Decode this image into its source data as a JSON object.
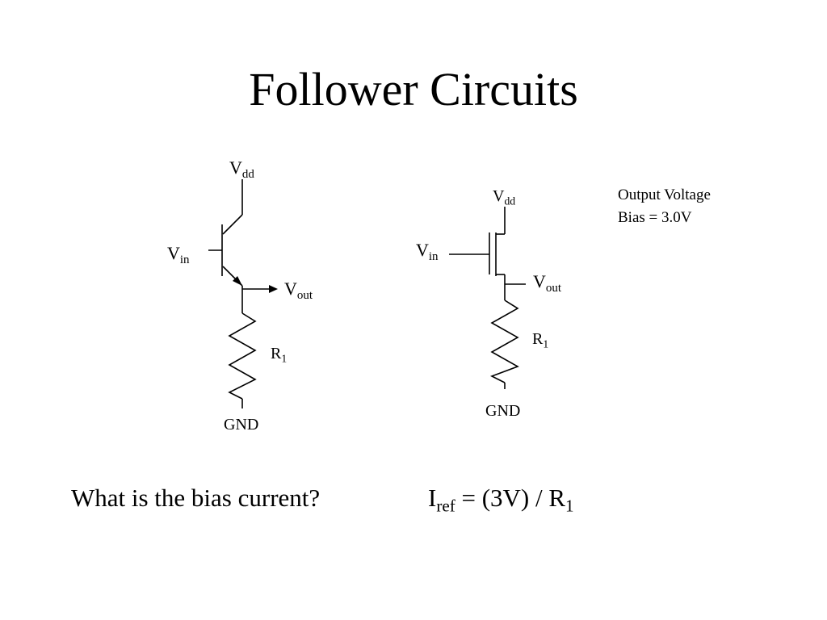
{
  "title": "Follower Circuits",
  "bjt_circuit": {
    "vdd": {
      "main": "V",
      "sub": "dd"
    },
    "vin": {
      "main": "V",
      "sub": "in"
    },
    "vout": {
      "main": "V",
      "sub": "out"
    },
    "r1": {
      "main": "R",
      "sub": "1"
    },
    "gnd": "GND"
  },
  "mos_circuit": {
    "vdd": {
      "main": "V",
      "sub": "dd"
    },
    "vin": {
      "main": "V",
      "sub": "in"
    },
    "vout": {
      "main": "V",
      "sub": "out"
    },
    "r1": {
      "main": "R",
      "sub": "1"
    },
    "gnd": "GND"
  },
  "note": {
    "line1": "Output Voltage",
    "line2": "Bias = 3.0V"
  },
  "question": "What is the bias current?",
  "answer": {
    "i": "I",
    "ref": "ref",
    "expr": " = (3V) / R",
    "r_sub": "1"
  }
}
